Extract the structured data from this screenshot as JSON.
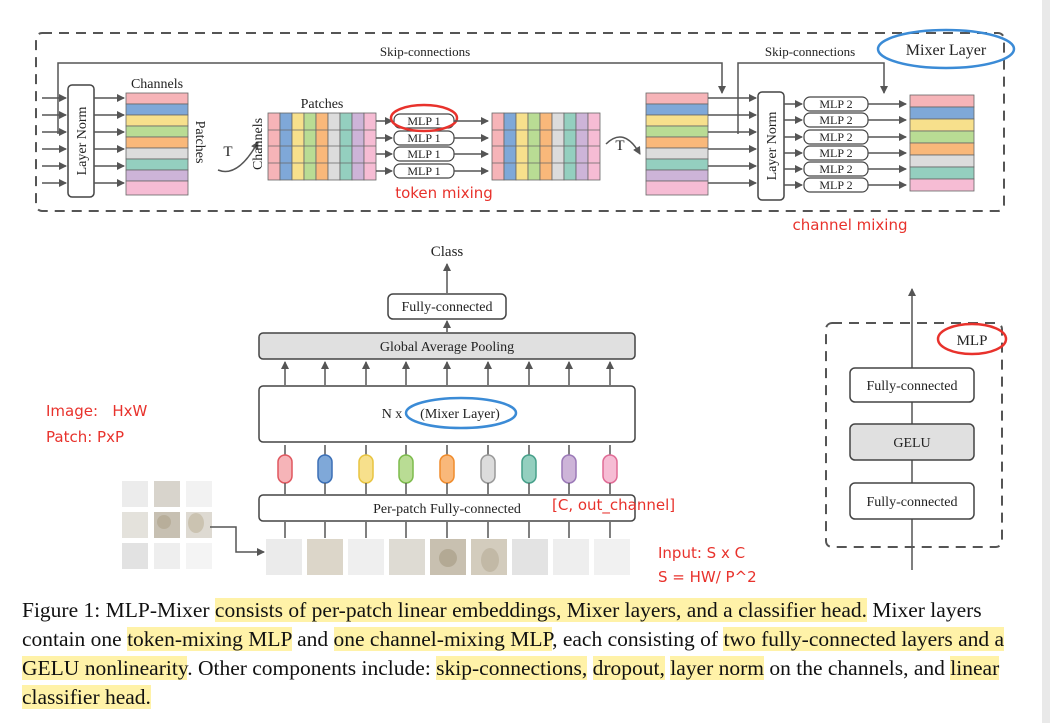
{
  "mixer": {
    "skip_label_1": "Skip-connections",
    "skip_label_2": "Skip-connections",
    "title": "Mixer Layer",
    "channels_label": "Channels",
    "patches_side_label": "Patches",
    "layer_norm_label": "Layer Norm",
    "transpose_label": "T",
    "patches_label": "Patches",
    "channels_side_label": "Channels",
    "mlp1_label": "MLP 1",
    "mlp2_label": "MLP 2",
    "token_mixing_note": "token mixing",
    "channel_mixing_note": "channel mixing"
  },
  "main": {
    "class_label": "Class",
    "fc_label": "Fully-connected",
    "gap_label": "Global Average Pooling",
    "n_times_label": "N x",
    "mixer_label": "(Mixer Layer)",
    "per_patch_label": "Per-patch Fully-connected",
    "shape_note": "[C, out_channel]",
    "image_note": "Image:   HxW",
    "patch_note": "Patch: PxP",
    "input_note": "Input: S x C",
    "s_note": "S = HW/ P^2"
  },
  "mlp_block": {
    "title": "MLP",
    "fc_top": "Fully-connected",
    "gelu": "GELU",
    "fc_bottom": "Fully-connected"
  },
  "colors": {
    "stripes": [
      "#f6b4b8",
      "#7fa8d8",
      "#f7e08c",
      "#b9dc94",
      "#f9b87a",
      "#dcdcdc",
      "#94cfbf",
      "#cdb4d8",
      "#f6bcd4"
    ],
    "token_borders": [
      "#e0575f",
      "#3b6fb6",
      "#e8c440",
      "#7dbb4c",
      "#f08c2c",
      "#999999",
      "#46a08a",
      "#9b79b8",
      "#e06b95"
    ],
    "annotation_red": "#e8322c",
    "annotation_blue": "#3b8bd6",
    "highlight": "#fff2a8"
  },
  "caption": {
    "p0": "Figure 1: MLP-Mixer ",
    "h0": "consists of per-patch linear embeddings, Mixer layers, and a classifier head.",
    "p1": " Mixer layers contain one ",
    "h1": "token-mixing MLP",
    "p2": " and ",
    "h2": "one channel-mixing MLP",
    "p3": ", each consisting of ",
    "h3": "two fully-connected layers and a GELU nonlinearity",
    "p4": ".  Other components include: ",
    "h4": "skip-connections,",
    "p5": " ",
    "h5": "dropout,",
    "p6": " ",
    "h6": "layer norm",
    "p7": " on the channels, and ",
    "h7": "linear classifier head."
  }
}
